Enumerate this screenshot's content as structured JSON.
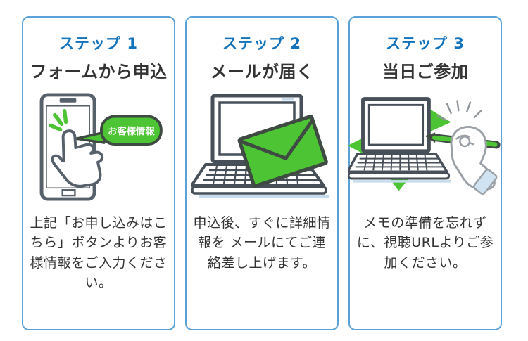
{
  "colors": {
    "card_border": "#5aa2d8",
    "step_title": "#1272bc",
    "heading": "#333333",
    "body_text": "#333333",
    "green": "#4cc433",
    "stroke_dark": "#474f58",
    "accent_light_blue": "#c5dcee"
  },
  "steps": [
    {
      "step_label": "ステップ 1",
      "heading": "フォームから申込",
      "illustration": "smartphone-tap",
      "bubble_label": "お客様情報",
      "description": "上記「お申し込みはこちら」ボタンよりお客様情報をご入力ください。"
    },
    {
      "step_label": "ステップ 2",
      "heading": "メールが届く",
      "illustration": "laptop-mail",
      "description": "申込後、すぐに詳細情報を メールにてご連絡差し上げます。"
    },
    {
      "step_label": "ステップ 3",
      "heading": "当日ご参加",
      "illustration": "laptop-participate",
      "description": "メモの準備を忘れずに、視聴URLよりご参加ください。"
    }
  ]
}
